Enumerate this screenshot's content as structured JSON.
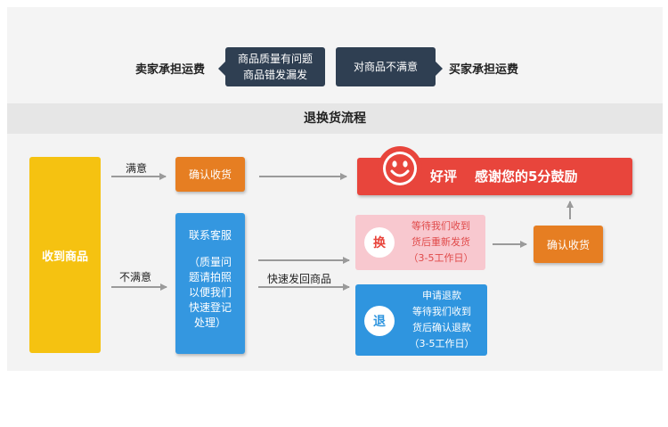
{
  "top": {
    "left_label": "卖家承担运费",
    "left_box_lines": [
      "商品质量有问题",
      "商品错发漏发"
    ],
    "right_box": "对商品不满意",
    "right_label": "买家承担运费"
  },
  "band": {
    "title": "退换货流程"
  },
  "flow": {
    "received": "收到商品",
    "satisfied": "满意",
    "unsatisfied": "不满意",
    "confirm1": "确认收货",
    "praise_title": "好评",
    "praise_text": "感谢您的5分鼓励",
    "contact_title": "联系客服",
    "contact_lines": [
      "（质量问",
      "题请拍照",
      "以便我们",
      "快速登记",
      "处理）"
    ],
    "ship_back": "快速发回商品",
    "exchange_icon": "换",
    "exchange_lines": [
      "等待我们收到",
      "货后重新发货",
      "（3-5工作日）"
    ],
    "confirm2": "确认收货",
    "refund_icon": "退",
    "refund_lines": [
      "申请退款",
      "等待我们收到",
      "货后确认退款",
      "（3-5工作日）"
    ]
  },
  "colors": {
    "dark": "#2f3f52",
    "yellow": "#f5c211",
    "orange": "#e67e22",
    "blue": "#3497e0",
    "red": "#e8453c",
    "pink": "#f8c8cf",
    "arrow": "#9a9a9a"
  },
  "icons": {
    "praise": "smiley-face-icon"
  }
}
